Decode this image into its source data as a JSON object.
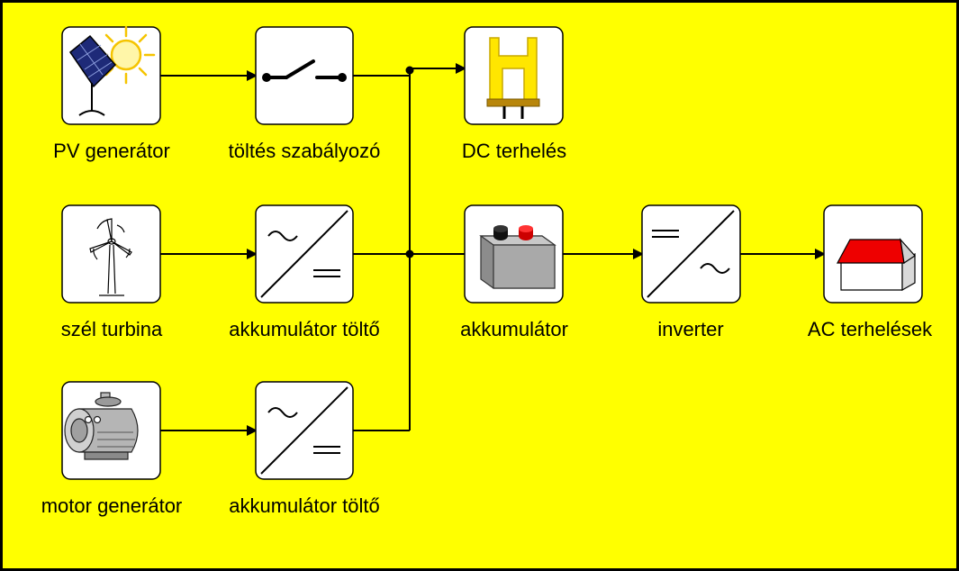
{
  "colors": {
    "background": "#ffff00",
    "box_fill": "#ffffff",
    "line": "#000000",
    "roof": "#ee0000",
    "panel": "#1e2a78",
    "sun": "#f5c400",
    "lamp": "#ffe600",
    "battery": "#9a9a9a"
  },
  "components": {
    "pv_generator": {
      "label": "PV generátor",
      "icon": "solar-panel-icon"
    },
    "charge_controller": {
      "label": "töltés szabályozó",
      "icon": "switch-icon"
    },
    "dc_load": {
      "label": "DC terhelés",
      "icon": "lamp-icon"
    },
    "wind_turbine": {
      "label": "szél turbina",
      "icon": "wind-turbine-icon"
    },
    "battery_charger_1": {
      "label": "akkumulátor töltő",
      "icon": "ac-dc-converter-icon"
    },
    "battery": {
      "label": "akkumulátor",
      "icon": "battery-icon"
    },
    "inverter": {
      "label": "inverter",
      "icon": "dc-ac-inverter-icon"
    },
    "ac_loads": {
      "label": "AC terhelések",
      "icon": "house-icon"
    },
    "motor_generator": {
      "label": "motor generátor",
      "icon": "motor-icon"
    },
    "battery_charger_2": {
      "label": "akkumulátor töltő",
      "icon": "ac-dc-converter-icon"
    }
  }
}
